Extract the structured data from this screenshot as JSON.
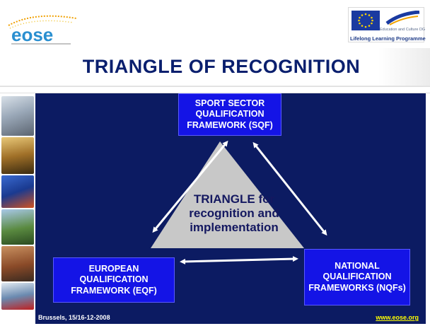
{
  "header": {
    "logo_text": "eose",
    "eu_dg_text": "Education and Culture DG",
    "eu_programme": "Lifelong Learning Programme"
  },
  "title": "TRIANGLE OF RECOGNITION",
  "diagram": {
    "top_box": "SPORT SECTOR QUALIFICATION FRAMEWORK (SQF)",
    "left_box": "EUROPEAN QUALIFICATION FRAMEWORK (EQF)",
    "right_box": "NATIONAL QUALIFICATION FRAMEWORKS (NQFs)",
    "center": "TRIANGLE for recognition and implementation"
  },
  "footer": {
    "place_date": "Brussels, 15/16-12-2008",
    "website": "www.eose.org"
  },
  "colors": {
    "background": "#0c1b62",
    "box": "#1414e6",
    "title": "#0a1f6e",
    "triangle": "#c8c8c8"
  }
}
